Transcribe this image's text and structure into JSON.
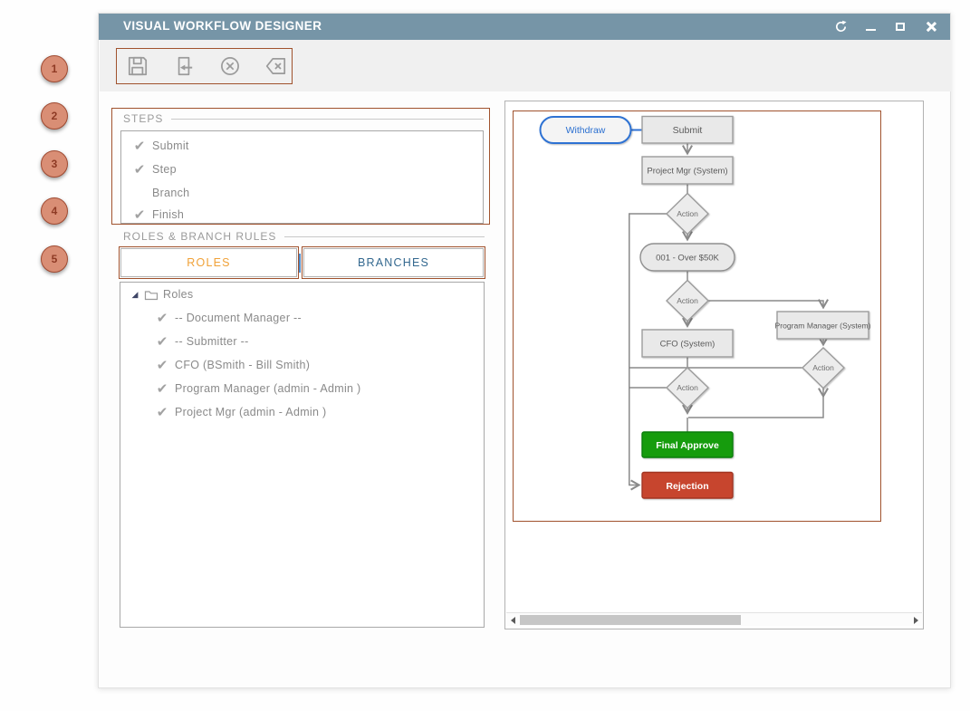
{
  "annotations": {
    "markers": [
      "1",
      "2",
      "3",
      "4",
      "5"
    ]
  },
  "window": {
    "title": "VISUAL WORKFLOW DESIGNER",
    "controls": [
      "sync-icon",
      "minimize-icon",
      "maximize-icon",
      "close-icon"
    ]
  },
  "toolbar": {
    "buttons": [
      "save-icon",
      "checkin-import-icon",
      "cancel-icon",
      "backspace-delete-icon"
    ]
  },
  "steps": {
    "label": "STEPS",
    "items": [
      {
        "label": "Submit",
        "checked": true
      },
      {
        "label": "Step",
        "checked": true
      },
      {
        "label": "Branch",
        "checked": false
      },
      {
        "label": "Finish",
        "checked": true
      }
    ]
  },
  "rules": {
    "label": "ROLES & BRANCH RULES",
    "tabs": [
      {
        "label": "ROLES",
        "active": true,
        "color": "#f0a137"
      },
      {
        "label": "BRANCHES",
        "active": false,
        "color": "#33688f"
      }
    ]
  },
  "tree": {
    "root": "Roles",
    "items": [
      {
        "label": "-- Document Manager --",
        "checked": true
      },
      {
        "label": "-- Submitter --",
        "checked": true
      },
      {
        "label": "CFO (BSmith - Bill Smith)",
        "checked": true
      },
      {
        "label": "Program Manager (admin - Admin )",
        "checked": true
      },
      {
        "label": "Project Mgr (admin - Admin )",
        "checked": true
      }
    ]
  },
  "diagram": {
    "nodes": [
      {
        "id": "withdraw",
        "type": "stadium",
        "label": "Withdraw"
      },
      {
        "id": "submit",
        "type": "rect",
        "label": "Submit"
      },
      {
        "id": "project-mgr",
        "type": "rect",
        "label": "Project Mgr (System)"
      },
      {
        "id": "action-1",
        "type": "diamond",
        "label": "Action"
      },
      {
        "id": "rule-001",
        "type": "stadium",
        "label": "001 - Over $50K"
      },
      {
        "id": "action-2",
        "type": "diamond",
        "label": "Action"
      },
      {
        "id": "program-manager",
        "type": "rect",
        "label": "Program Manager (System)"
      },
      {
        "id": "cfo",
        "type": "rect",
        "label": "CFO (System)"
      },
      {
        "id": "action-right",
        "type": "diamond",
        "label": "Action"
      },
      {
        "id": "action-3",
        "type": "diamond",
        "label": "Action"
      },
      {
        "id": "final-approve",
        "type": "rect-green",
        "label": "Final Approve"
      },
      {
        "id": "rejection",
        "type": "rect-red",
        "label": "Rejection"
      }
    ]
  },
  "icons": {
    "check": "✔",
    "expander_expanded": "◢"
  },
  "colors": {
    "titlebar": "#7695a7",
    "annotation_border": "#a0522d",
    "marker_fill": "#d98e75",
    "marker_border": "#a04a31",
    "tab_roles_text": "#f0a137",
    "tab_branches_text": "#33688f",
    "withdraw_blue": "#2f72d3",
    "approve_green": "#129c0d",
    "reject_red": "#c7452f",
    "node_fill": "#e9e9e9",
    "edge_gray": "#8a8a8a"
  }
}
